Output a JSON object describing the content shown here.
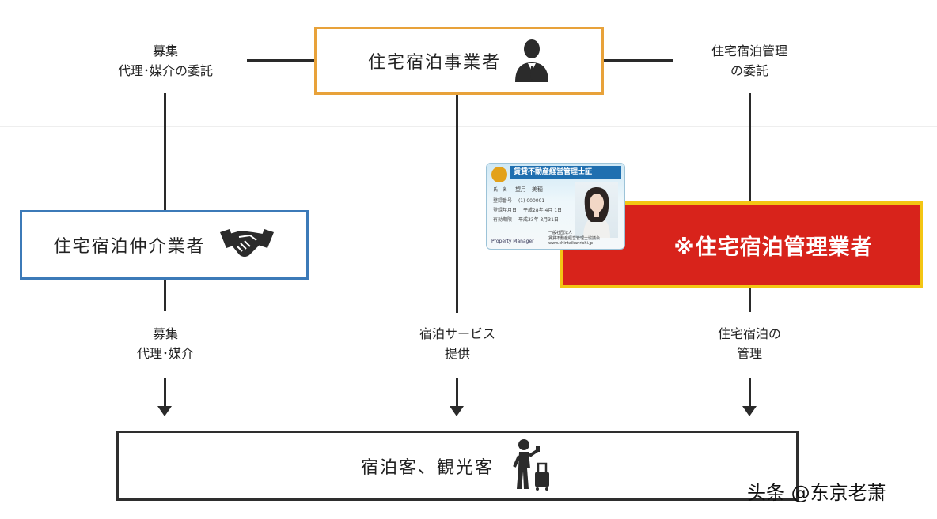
{
  "nodes": {
    "owner": "住宅宿泊事業者",
    "broker": "住宅宿泊仲介業者",
    "manager": "※住宅宿泊管理業者",
    "guest": "宿泊客、観光客"
  },
  "captions": {
    "top_left": [
      "募集",
      "代理･媒介の委託"
    ],
    "top_right": [
      "住宅宿泊管理",
      "の委託"
    ],
    "bottom_left": [
      "募集",
      "代理･媒介"
    ],
    "bottom_center": [
      "宿泊サービス",
      "提供"
    ],
    "bottom_right": [
      "住宅宿泊の",
      "管理"
    ]
  },
  "license_card": {
    "title": "賃貸不動産経営管理士証",
    "name_label": "氏　名",
    "name": "望月　美穂",
    "number_label": "登録番号",
    "number": "(1) 000001",
    "issued_label": "登録年月日",
    "issued": "平成28年 4月 1日",
    "expiry_label": "有効期限",
    "expiry": "平成33年 3月31日",
    "role": "Property Manager",
    "org_line1": "一般社団法人",
    "org": "賃貸不動産経営管理士協議会",
    "url": "www.chintaikanrishi.jp"
  },
  "icons": {
    "owner": "businessman-icon",
    "broker": "handshake-icon",
    "guest": "traveler-with-suitcase-icon"
  },
  "colors": {
    "owner_border": "#e8a23a",
    "broker_border": "#3c7ab8",
    "manager_fill": "#d8231b",
    "manager_border": "#f3c614",
    "guest_border": "#2e2e2e"
  },
  "watermark": "头条 @东京老萧"
}
